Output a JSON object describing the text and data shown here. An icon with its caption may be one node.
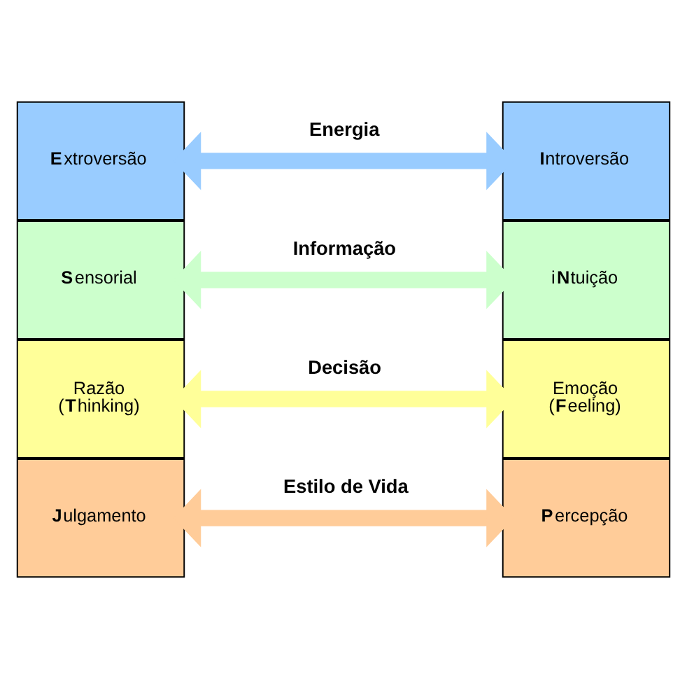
{
  "diagram": {
    "nodes": [
      {
        "text": [
          "**E**xtroversão"
        ]
      },
      {
        "text": [
          "**I**ntroversão"
        ]
      },
      {
        "text": [
          "**S**ensorial"
        ]
      },
      {
        "text": [
          "i**N**tuição"
        ]
      },
      {
        "text": [
          "Razão (**T**hinking)"
        ]
      },
      {
        "text": [
          "Emoção (**F**eeling)"
        ]
      },
      {
        "text": [
          "**J**ulgamento"
        ]
      },
      {
        "text": [
          "**P**ercepção"
        ]
      }
    ],
    "edges": [
      {
        "from": 0,
        "to": 1,
        "arrow": "both",
        "label": "Energia",
        "color": "#99ccff"
      },
      {
        "from": 2,
        "to": 3,
        "arrow": "both",
        "label": "Informação",
        "color": "#ccffcc"
      },
      {
        "from": 4,
        "to": 5,
        "arrow": "both",
        "label": "Decisão",
        "color": "#ffff99"
      },
      {
        "from": 6,
        "to": 7,
        "arrow": "both",
        "label": "Estilo de Vida",
        "color": "#ffcc99"
      }
    ]
  }
}
